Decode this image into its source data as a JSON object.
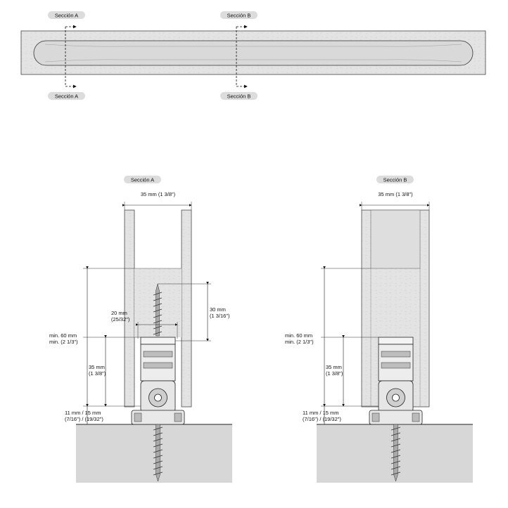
{
  "labels": {
    "section_a": "Sección A",
    "section_b": "Sección B"
  },
  "dimensions": {
    "width_a": "35 mm (1 3/8\")",
    "width_b": "35 mm (1 3/8\")",
    "depth_30_mm": "30 mm",
    "depth_30_in": "(1 3/16\")",
    "width_20_mm": "20 mm",
    "width_20_in": "(25/32\")",
    "min60_a_mm": "min. 60 mm",
    "min60_a_in": "min. (2 1/3\")",
    "h35_a_mm": "35 mm",
    "h35_a_in": "(1 3/8\")",
    "gap_a_mm": "11 mm / 15 mm",
    "gap_a_in": "(7/16\") / (19/32\")",
    "min60_b_mm": "min. 60 mm",
    "min60_b_in": "min. (2 1/3\")",
    "h35_b_mm": "35 mm",
    "h35_b_in": "(1 3/8\")",
    "gap_b_mm": "11 mm / 15 mm",
    "gap_b_in": "(7/16\") / (19/32\")"
  },
  "colors": {
    "wood": "#e2e2e2",
    "floor": "#d6d6d6",
    "pill": "#dcdcdc",
    "line": "#222222"
  }
}
